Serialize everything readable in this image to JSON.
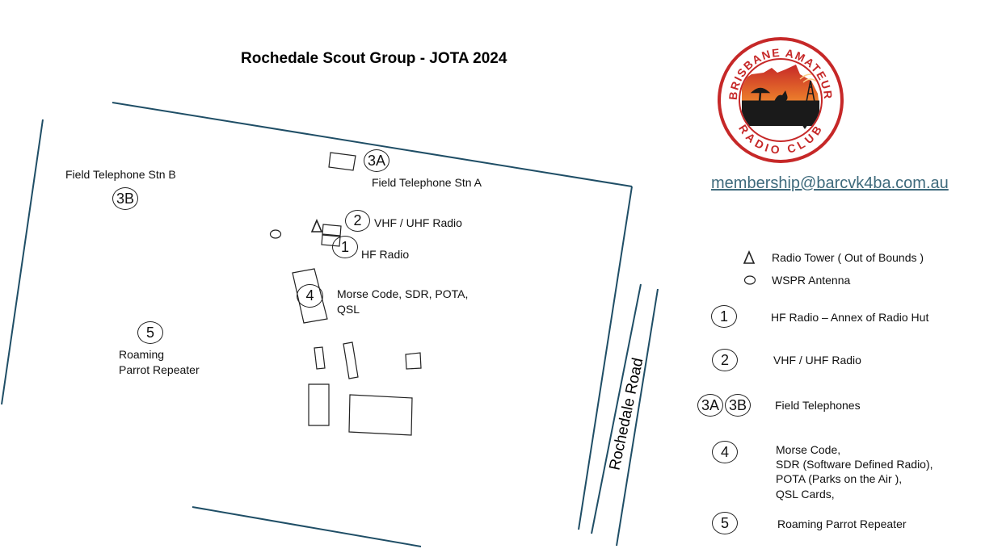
{
  "title": "Rochedale Scout Group -  JOTA 2024",
  "logo": {
    "text_top": "BRISBANE AMATEUR",
    "text_bottom": "RADIO CLUB",
    "ring_color": "#c62828",
    "sky_color": "#e8742a",
    "land_color": "#1a1a1a"
  },
  "email": "membership@barcvk4ba.com.au",
  "road": "Rochedale Road",
  "map_markers": {
    "m1": "1",
    "m2": "2",
    "m3a": "3A",
    "m3b": "3B",
    "m4": "4",
    "m5": "5"
  },
  "map_labels": {
    "field_tel_b": "Field Telephone Stn B",
    "field_tel_a": "Field Telephone Stn A",
    "vhf_uhf": "VHF / UHF Radio",
    "hf": "HF Radio",
    "morse_1": "Morse Code, SDR, POTA,",
    "morse_2": "QSL",
    "roaming_1": "Roaming",
    "roaming_2": "Parrot Repeater"
  },
  "legend": {
    "tower": "Radio Tower ( Out of Bounds )",
    "wspr": "WSPR Antenna",
    "i1_marker": "1",
    "i1_label": "HF Radio – Annex of Radio Hut",
    "i2_marker": "2",
    "i2_label": "VHF / UHF Radio",
    "i3a_marker": "3A",
    "i3b_marker": "3B",
    "i3_label": "Field Telephones",
    "i4_marker": "4",
    "i4_line1": "Morse Code,",
    "i4_line2": "SDR (Software Defined Radio),",
    "i4_line3": "POTA (Parks on the Air ),",
    "i4_line4": "QSL Cards,",
    "i5_marker": "5",
    "i5_label": "Roaming Parrot Repeater"
  },
  "colors": {
    "boundary": "#1f4e66",
    "outline": "#222222"
  }
}
